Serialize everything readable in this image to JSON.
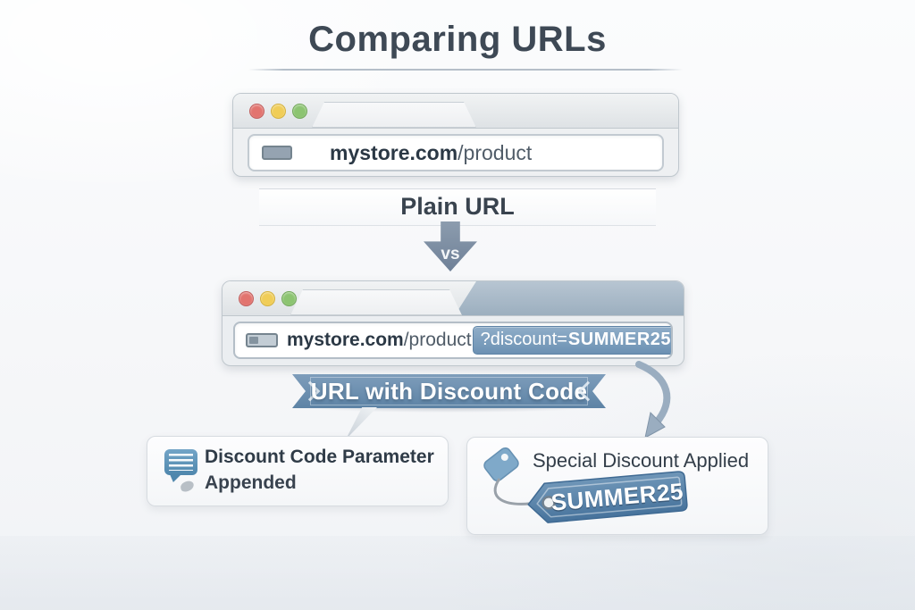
{
  "title": "Comparing URLs",
  "labels": {
    "plain_url": "Plain URL",
    "versus": "vs",
    "ribbon": "URL with Discount Code"
  },
  "browser_plain": {
    "url_host": "mystore.com",
    "url_path": "/product"
  },
  "browser_discount": {
    "url_host": "mystore.com",
    "url_path": "/product",
    "param_prefix": "?discount=",
    "param_code": "SUMMER25"
  },
  "callouts": {
    "left": {
      "line1": "Discount Code Parameter",
      "line2": "Appended"
    },
    "right": {
      "title": "Special Discount Applied",
      "tag_text": "SUMMER25"
    }
  },
  "icons": {
    "window_controls": [
      "close-icon",
      "minimize-icon",
      "maximize-icon"
    ],
    "address_bar": "page-icon",
    "flow": [
      "down-arrow-icon",
      "curved-arrow-icon"
    ],
    "left_callout": "comment-icon",
    "right_callout": "price-tag-icon"
  },
  "colors": {
    "title_text": "#3e4955",
    "accent_steel_blue": "#6c91b3",
    "param_highlight": "#7ba0c0",
    "ribbon_fill": "#6b8fb0",
    "tag_fill": "#527da6",
    "traffic_red": "#e2746f",
    "traffic_yellow": "#f0cd57",
    "traffic_green": "#8cc471",
    "background": "#f7f8fa"
  }
}
